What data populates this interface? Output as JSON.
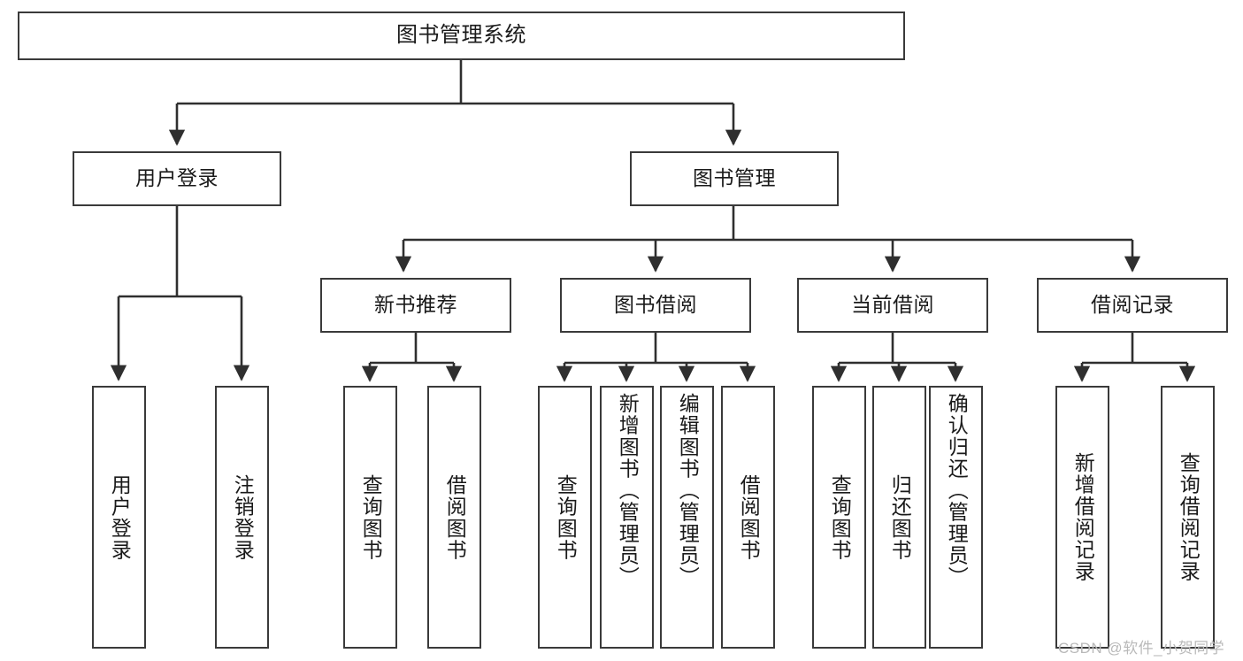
{
  "diagram": {
    "title": "图书管理系统",
    "type": "功能结构图",
    "theme": {
      "box_border": "#3a3a3a",
      "box_fill": "#ffffff",
      "line": "#2f2f2f",
      "text": "#1a1a1a",
      "background": "#ffffff",
      "watermark": "#b9b9b9"
    },
    "root": {
      "label": "图书管理系统"
    },
    "level2": [
      {
        "label": "用户登录"
      },
      {
        "label": "图书管理"
      }
    ],
    "level3": [
      {
        "label": "新书推荐"
      },
      {
        "label": "图书借阅"
      },
      {
        "label": "当前借阅"
      },
      {
        "label": "借阅记录"
      }
    ],
    "leaves": {
      "user_login": [
        {
          "label": "用户登录"
        },
        {
          "label": "注销登录"
        }
      ],
      "new_book": [
        {
          "label": "查询图书"
        },
        {
          "label": "借阅图书"
        }
      ],
      "book_borrow": [
        {
          "label": "查询图书"
        },
        {
          "label": "新增图书（管理员）"
        },
        {
          "label": "编辑图书（管理员）"
        },
        {
          "label": "借阅图书"
        }
      ],
      "current_borrow": [
        {
          "label": "查询图书"
        },
        {
          "label": "归还图书"
        },
        {
          "label": "确认归还（管理员）"
        }
      ],
      "borrow_record": [
        {
          "label": "新增借阅记录"
        },
        {
          "label": "查询借阅记录"
        }
      ]
    },
    "watermark": "CSDN @软件_小贺同学"
  }
}
